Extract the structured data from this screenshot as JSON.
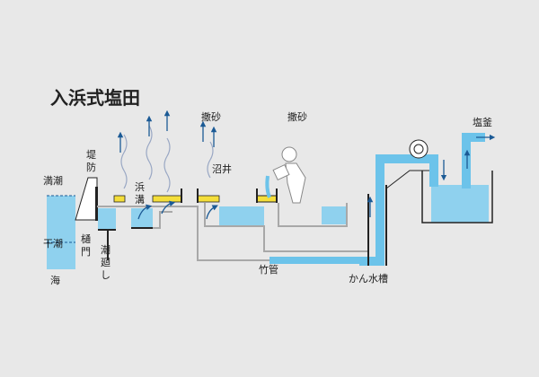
{
  "title": "入浜式塩田",
  "labels": {
    "high_tide": "満潮",
    "low_tide": "干潮",
    "sea": "海",
    "embankment": "堤防",
    "sluice_gate": "樋門",
    "tide_channel": "潮廻し",
    "beach_ditch": "浜溝",
    "sanding_1": "撒砂",
    "sanding_2": "撒砂",
    "pond_well": "沼井",
    "bamboo_pipe": "竹管",
    "brine_tank": "かん水槽",
    "salt_pot": "塩釜"
  },
  "colors": {
    "water": "#8fd1ee",
    "sand_bar": "#f4de3a",
    "pipe": "#6cc3ea",
    "line": "#a8a8a8",
    "dark": "#222222",
    "arrow": "#1b5a95",
    "background": "#e8e8e8"
  }
}
